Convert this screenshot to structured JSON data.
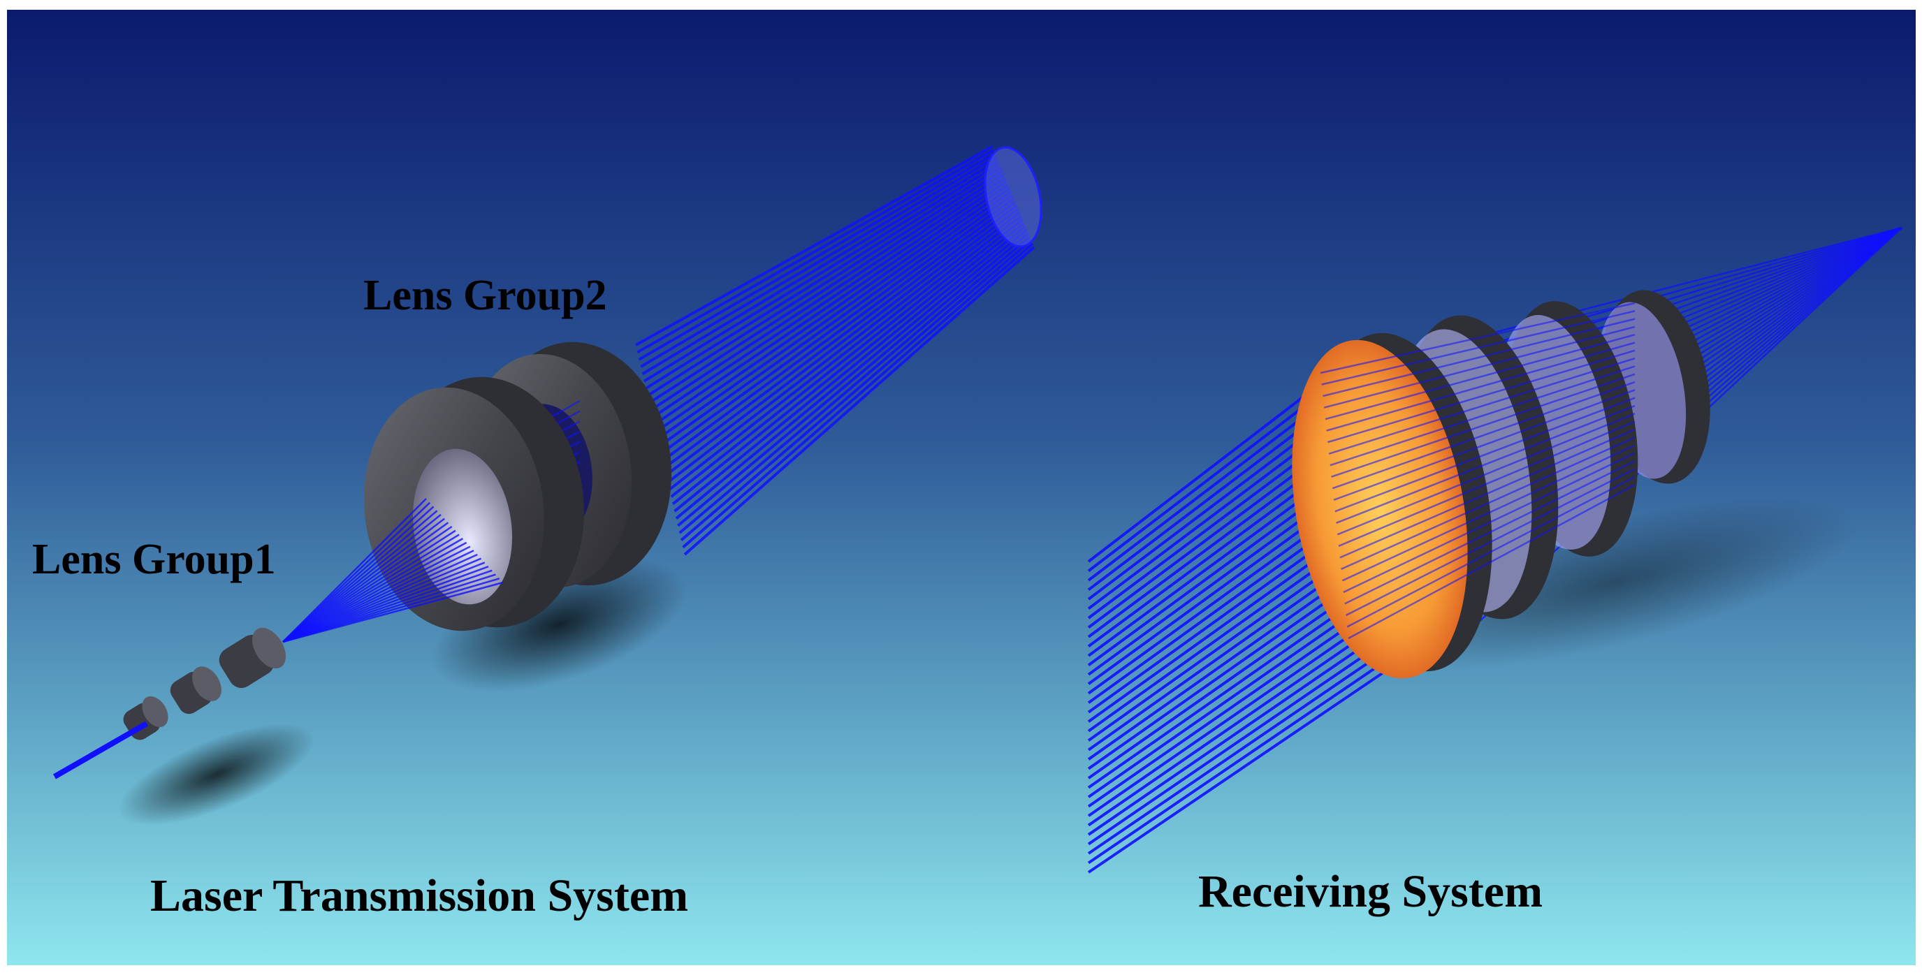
{
  "labels": {
    "lens_group2": "Lens Group2",
    "lens_group1": "Lens Group1",
    "laser_transmission_system": "Laser Transmission System",
    "receiving_system": "Receiving System"
  },
  "colors": {
    "background_top": "#0b1a6e",
    "background_mid": "#3b6fa6",
    "background_bottom": "#8fe6ee",
    "beam": "#1010ff",
    "lens_body": "#4d4d55",
    "lens_dark": "#2a2a30",
    "detector_center": "#ffcf5a",
    "detector_edge": "#e0581e",
    "label_text": "#000000"
  }
}
